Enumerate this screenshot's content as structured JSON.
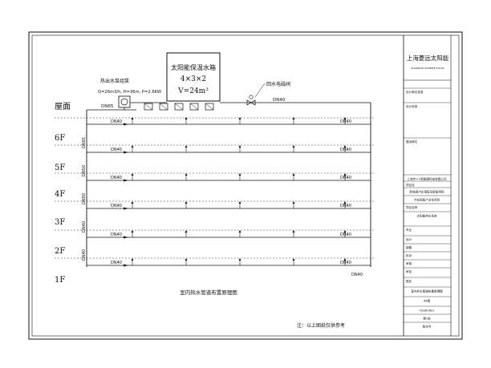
{
  "floors": [
    "屋面",
    "6F",
    "5F",
    "4F",
    "3F",
    "2F",
    "1F"
  ],
  "tank": {
    "title": "太阳能保温水箱",
    "dims": "4×3×2",
    "volume": "V=24m³"
  },
  "pump_label": "热出水泵组泵",
  "pump_spec": "Q=26m3/h, H=36m, P=2.6KW",
  "valve_label": "回水电磁阀",
  "pipe_dn65": "DN65",
  "pipe_dn40": "DN40",
  "riser_dn65": "DN65",
  "riser_dn50": "DN50",
  "riser_dn40": "DN40",
  "caption": "室内热水管道布置原理图",
  "note": "注：以上图纸仅供参考",
  "title_block": {
    "company": "上海菱远太阳能",
    "company_en": "SHANGHAI SUNRISE SOLAR",
    "rows": [
      {
        "label": "设计单位信息",
        "value": ""
      },
      {
        "label": "设计信息",
        "value": ""
      },
      {
        "label": "建设单位",
        "value": ""
      },
      {
        "label": "",
        "value": "上海市××新能源科技有限公司"
      },
      {
        "label": "项目名",
        "value": ""
      },
      {
        "label": "",
        "value": "新城源汽车销售及智能用除"
      },
      {
        "label": "",
        "value": "汽车销售产业化项目"
      },
      {
        "label": "项目名称",
        "value": ""
      },
      {
        "label": "",
        "value": "太阳能热水系统"
      },
      {
        "label": "专业",
        "value": ""
      },
      {
        "label": "设计",
        "value": ""
      },
      {
        "label": "制图",
        "value": ""
      },
      {
        "label": "校对",
        "value": ""
      },
      {
        "label": "审核",
        "value": ""
      },
      {
        "label": "审定",
        "value": ""
      },
      {
        "label": "图名",
        "value": ""
      },
      {
        "label": "",
        "value": "室内热水管道布置原理图"
      },
      {
        "label": "",
        "value": "A4图"
      },
      {
        "label": "",
        "value": "YGSR1601"
      },
      {
        "label": "",
        "value": "第1张"
      },
      {
        "label": "",
        "value": "版本号"
      }
    ]
  },
  "colors": {
    "line": "#111111",
    "dash": "#333333"
  }
}
